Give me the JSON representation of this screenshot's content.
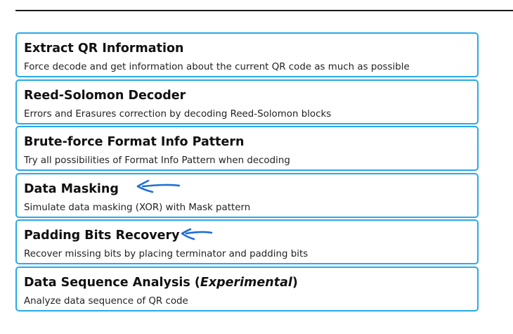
{
  "tools": [
    {
      "title": "Extract QR Information",
      "description": "Force decode and get information about the current QR code as much as possible"
    },
    {
      "title": "Reed-Solomon Decoder",
      "description": "Errors and Erasures correction by decoding Reed-Solomon blocks"
    },
    {
      "title": "Brute-force Format Info Pattern",
      "description": "Try all possibilities of Format Info Pattern when decoding"
    },
    {
      "title": "Data Masking",
      "description": "Simulate data masking (XOR) with Mask pattern"
    },
    {
      "title": "Padding Bits Recovery",
      "description": "Recover missing bits by placing terminator and padding bits"
    },
    {
      "title_main": "Data Sequence Analysis (",
      "title_emphasis": "Experimental",
      "title_close": ")",
      "description": "Analyze data sequence of QR code"
    }
  ],
  "annotations": {
    "arrow_color": "#1f6fd6",
    "border_color": "#29a9e8",
    "marked_tools": [
      "Data Masking",
      "Padding Bits Recovery"
    ]
  }
}
